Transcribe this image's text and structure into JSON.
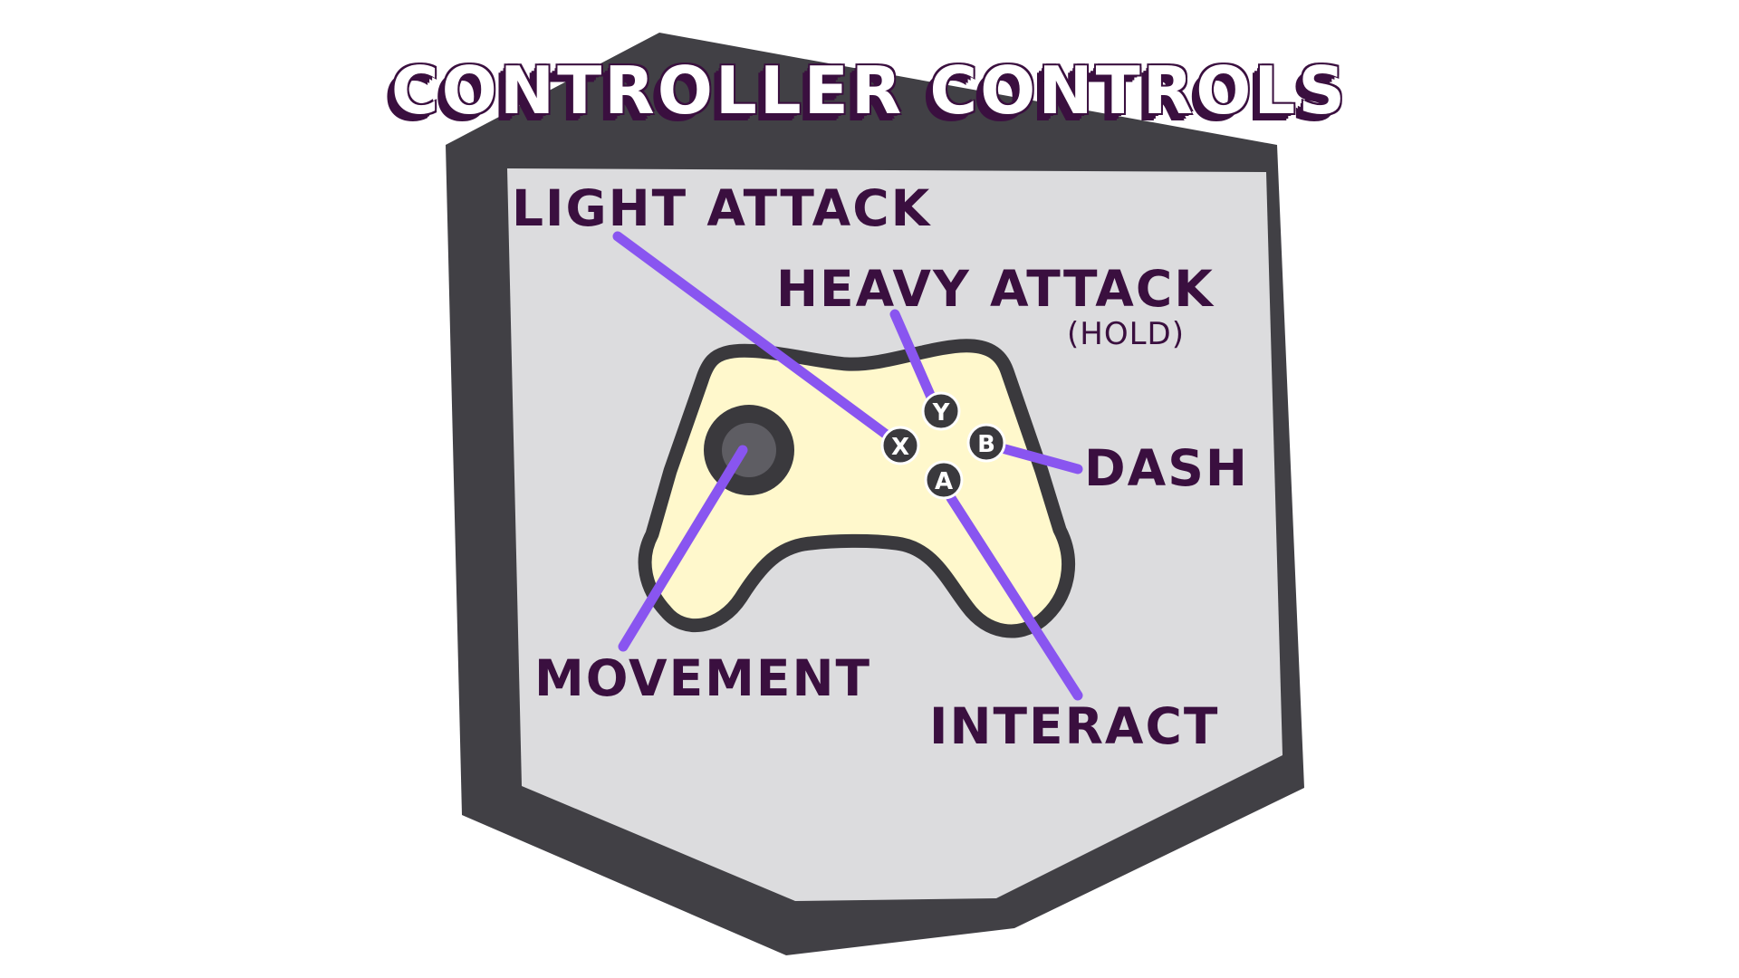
{
  "title": "CONTROLLER CONTROLS",
  "colors": {
    "panel_border": "#414045",
    "panel_fill": "#dcdcde",
    "controller_body": "#fff8cc",
    "controller_outline": "#3a393d",
    "pointer_line": "#8955f0",
    "label_text": "#3a0f3f"
  },
  "buttons": {
    "y": "Y",
    "x": "X",
    "b": "B",
    "a": "A"
  },
  "controls": {
    "light_attack": "LIGHT ATTACK",
    "heavy_attack": "HEAVY ATTACK",
    "heavy_attack_note": "(HOLD)",
    "dash": "DASH",
    "movement": "MOVEMENT",
    "interact": "INTERACT"
  }
}
